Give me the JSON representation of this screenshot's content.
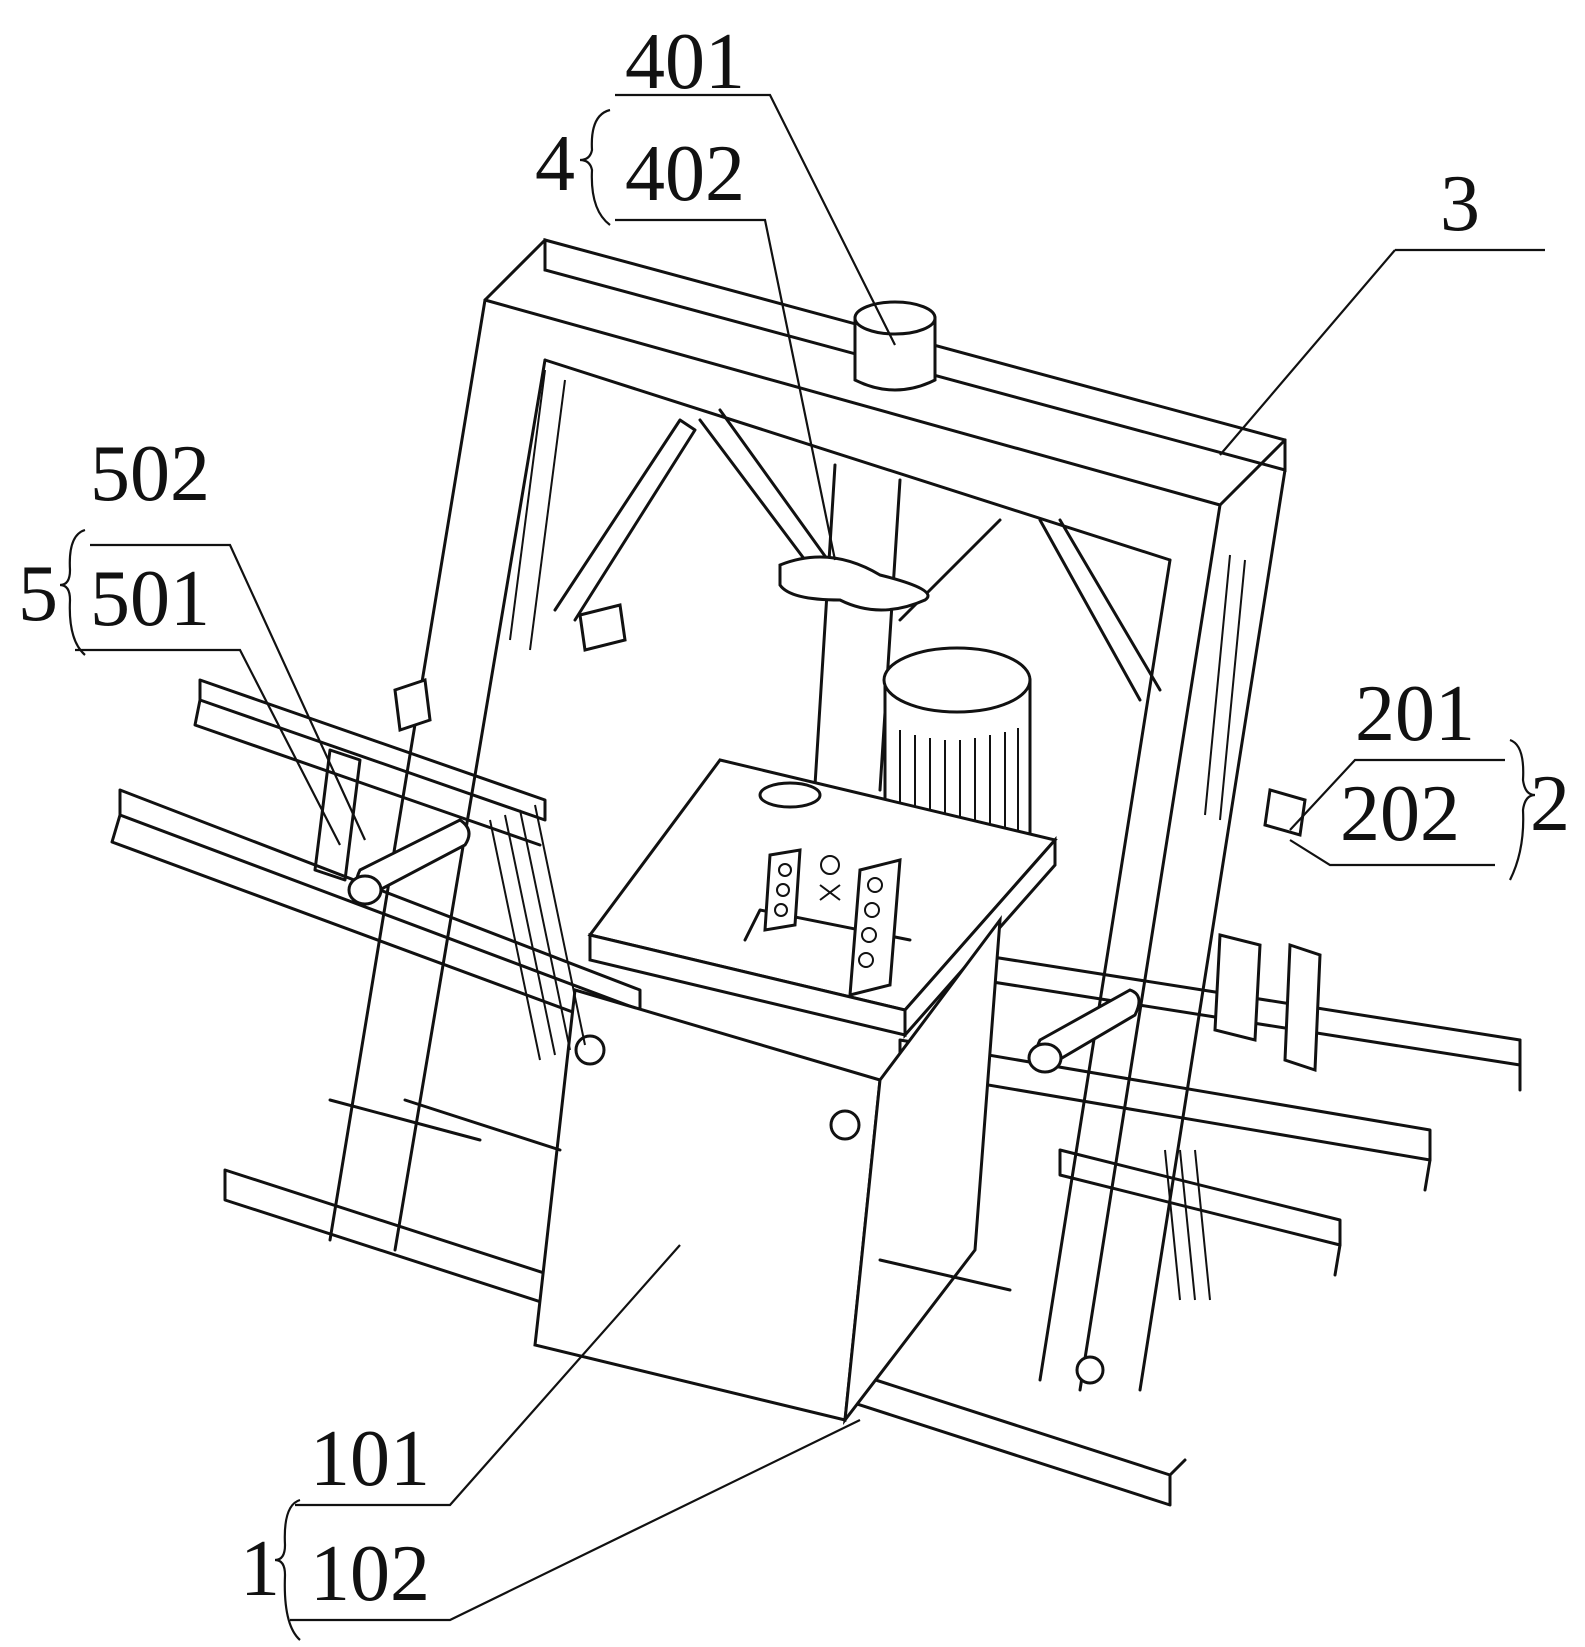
{
  "figure": {
    "labels": {
      "group1": "1",
      "l101": "101",
      "l102": "102",
      "group2": "2",
      "l201": "201",
      "l202": "202",
      "group3": "3",
      "group4": "4",
      "l401": "401",
      "l402": "402",
      "group5": "5",
      "l501": "501",
      "l502": "502"
    },
    "colors": {
      "line": "#111111",
      "background": "#ffffff"
    }
  }
}
